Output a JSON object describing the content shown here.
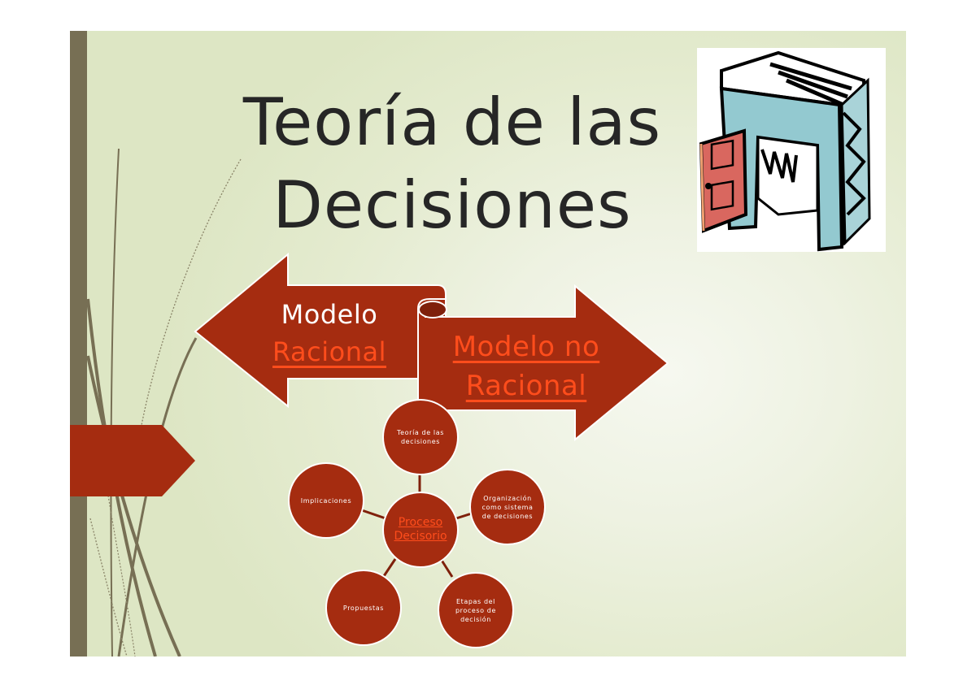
{
  "slide": {
    "title_line1": "Teoría de las",
    "title_line2": "Decisiones",
    "colors": {
      "background_light": "#f6f8f0",
      "background_edge": "#dde6c4",
      "left_bar": "#776f54",
      "shape_fill": "#a52c10",
      "shape_dark": "#7f200b",
      "link_text": "#ff4d1c",
      "title_text": "#262626"
    }
  },
  "image": {
    "icon": "book-with-door-icon"
  },
  "arrows": {
    "left": {
      "line1": "Modelo",
      "line2_link": "Racional"
    },
    "right": {
      "line1_link": "Modelo no",
      "line2_link": "Racional"
    }
  },
  "cycle": {
    "center": {
      "line1": "Proceso",
      "line2": "Decisorio"
    },
    "nodes": [
      {
        "label": "Teoría de las decisiones"
      },
      {
        "label": "Organización como sistema de decisiones"
      },
      {
        "label": "Etapas del proceso de decisión"
      },
      {
        "label": "Propuestas"
      },
      {
        "label": "Implicaciones"
      }
    ]
  }
}
